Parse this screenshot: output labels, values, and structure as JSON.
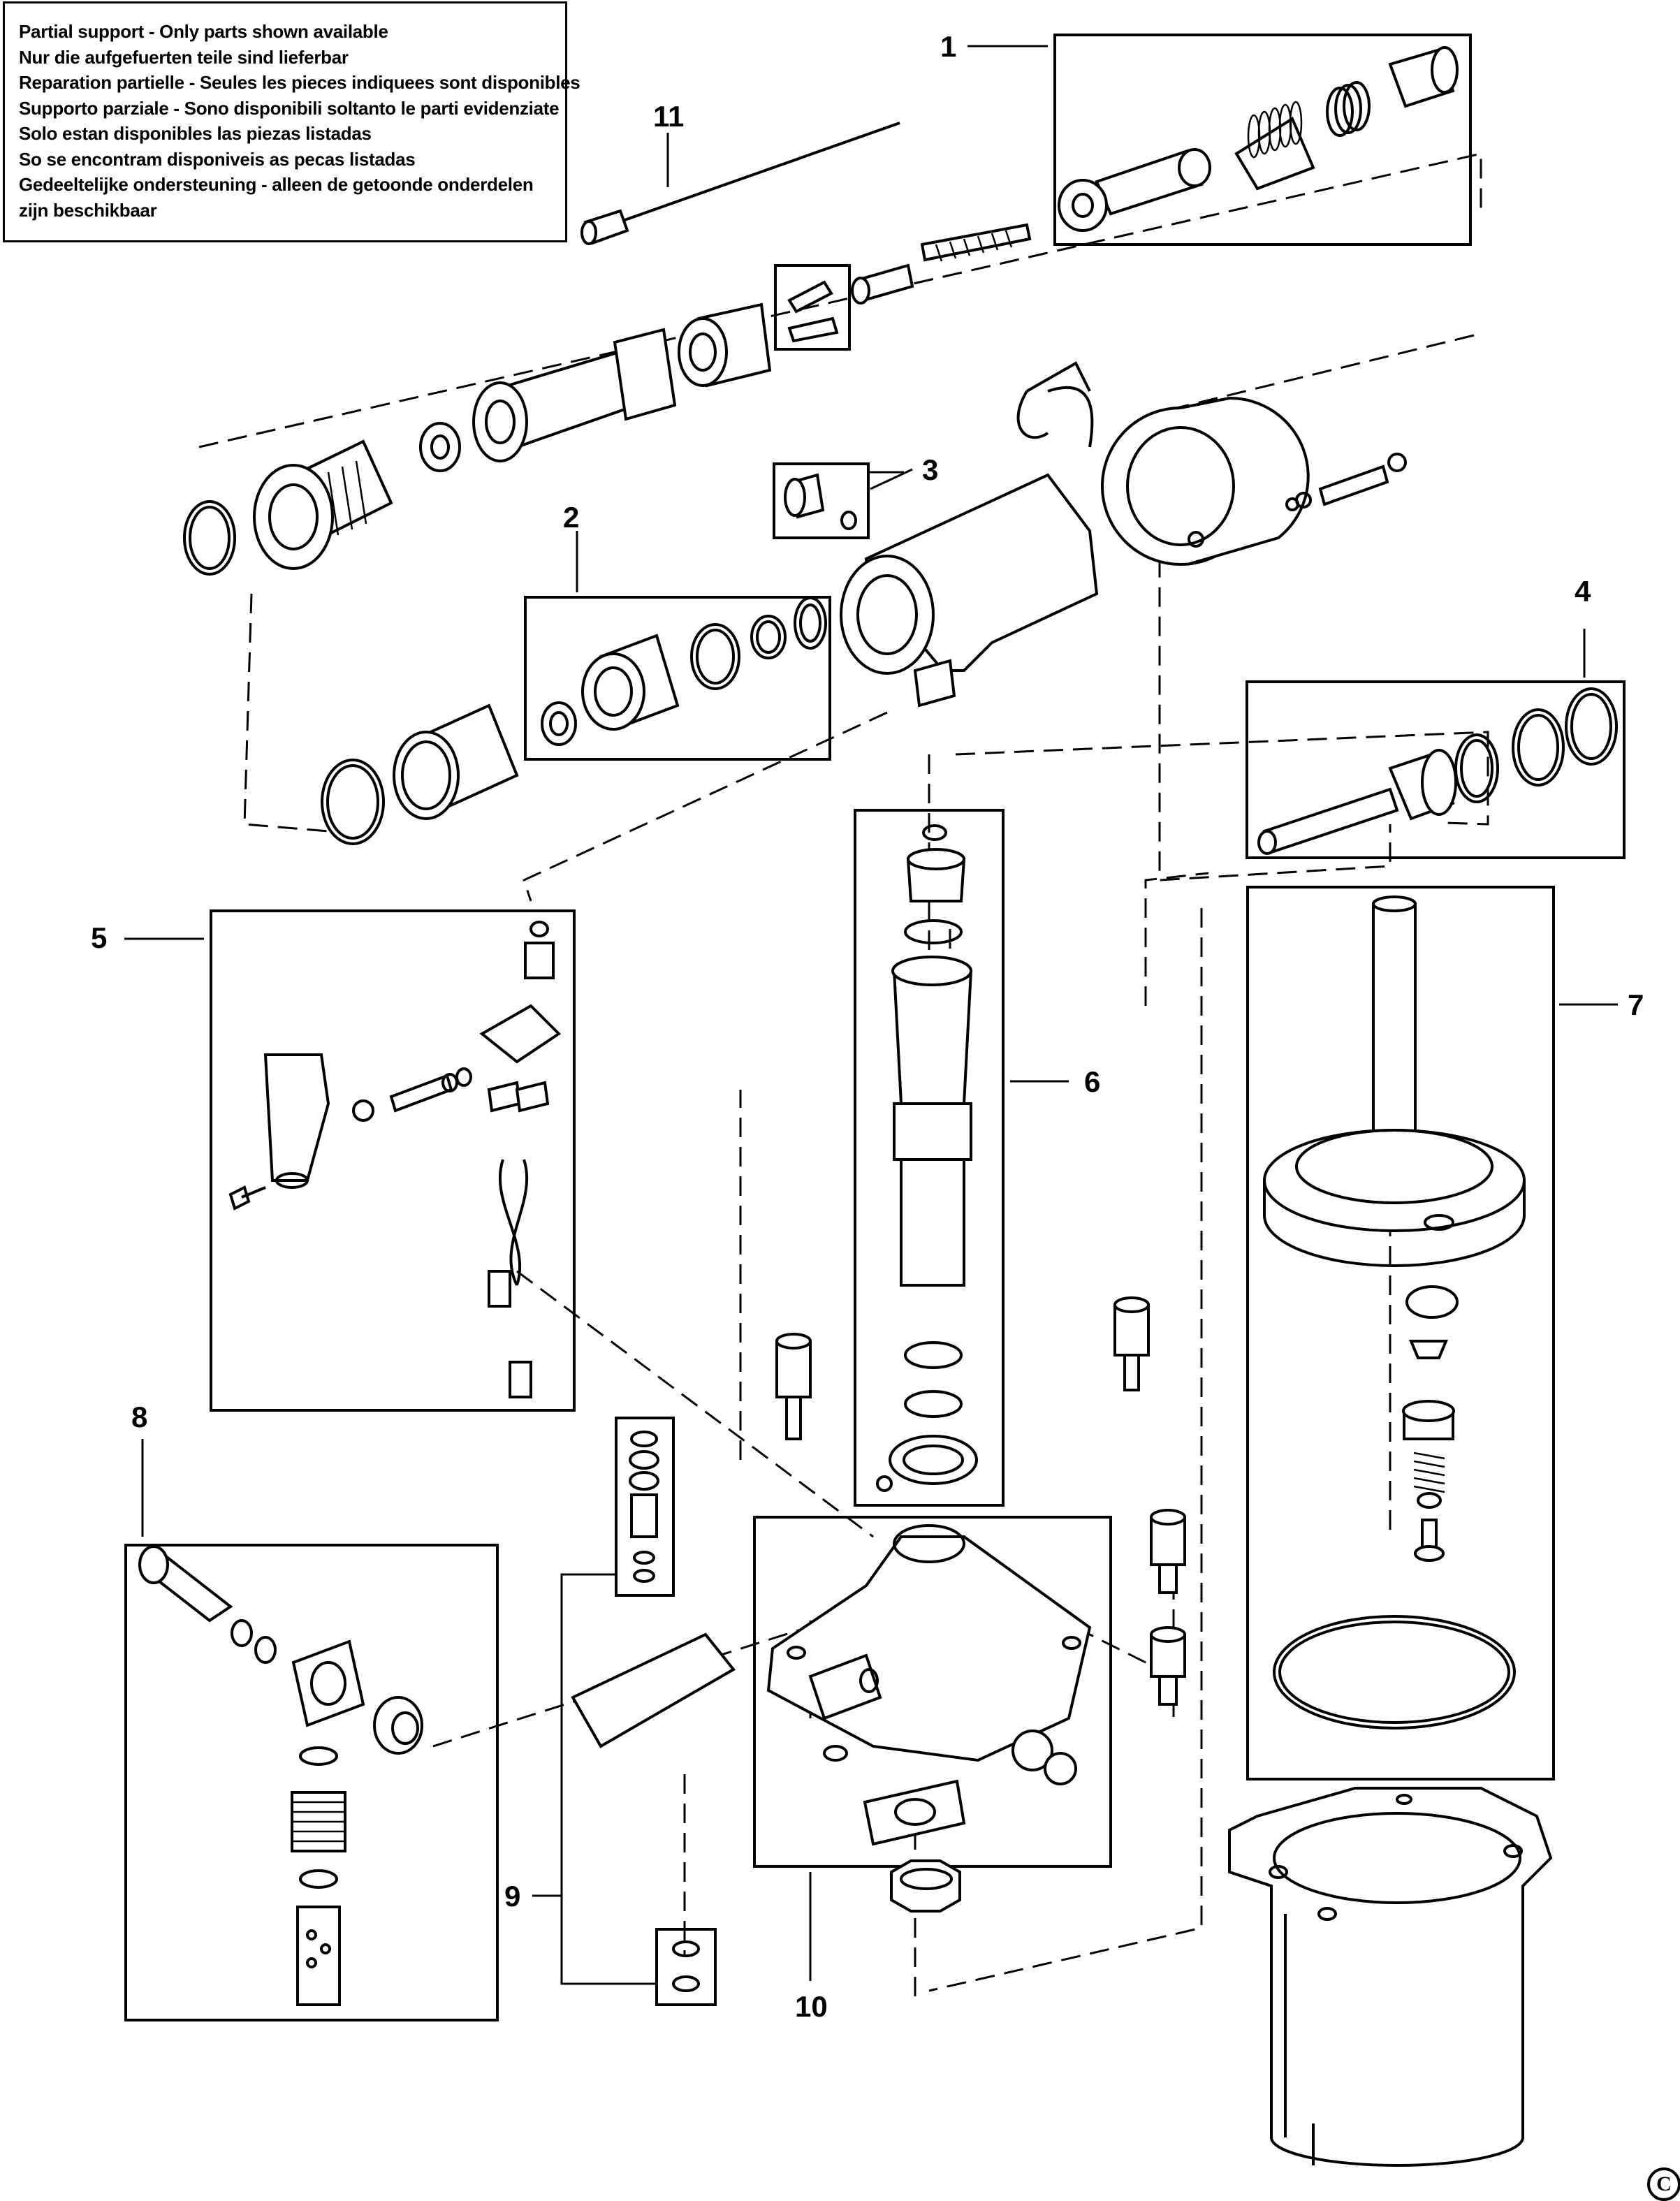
{
  "notice": {
    "lines": [
      "Partial support - Only parts shown available",
      "Nur die aufgefuerten teile sind lieferbar",
      "Reparation partielle - Seules les pieces indiquees sont disponibles",
      "Supporto parziale - Sono disponibili soltanto le parti evidenziate",
      "Solo estan disponibles las piezas listadas",
      "So se encontram disponiveis as pecas listadas",
      "Gedeeltelijke ondersteuning - alleen de getoonde onderdelen",
      "zijn beschikbaar"
    ]
  },
  "callouts": {
    "c1": "1",
    "c2": "2",
    "c3": "3",
    "c4": "4",
    "c5": "5",
    "c6": "6",
    "c7": "7",
    "c8": "8",
    "c9": "9",
    "c10": "10",
    "c11": "11"
  },
  "copyright_mark": "C"
}
